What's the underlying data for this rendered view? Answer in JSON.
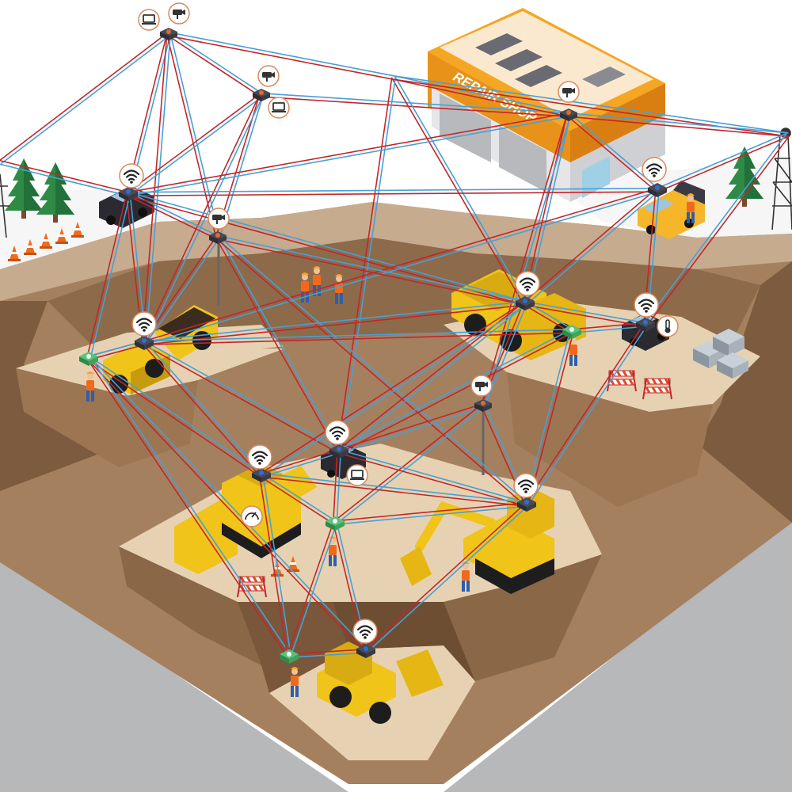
{
  "building": {
    "sign": "REPAIR SHOP"
  },
  "colors": {
    "background": "#ffffff",
    "ground_gray": "#b7b8ba",
    "earth_top": "#c6ab8e",
    "earth_wall_light": "#a5805f",
    "earth_wall_dark": "#7d5b3e",
    "bench_sand": "#e6d2b2",
    "mesh_red": "#c1272d",
    "mesh_blue": "#4a9fd4",
    "node_dark": "#3b3b45",
    "node_accent": "#e06a2b",
    "gateway_green": "#3aa65a",
    "machine_yellow": "#f0c419",
    "building_orange": "#f5a623",
    "tree_green": "#2f8a46"
  },
  "icons": {
    "wifi": "wifi-icon",
    "camera": "security-camera-icon",
    "laptop": "laptop-icon",
    "gauge": "speed-gauge-icon",
    "thermometer": "thermometer-icon",
    "gateway": "mesh-gateway-icon",
    "tower": "transmission-tower-icon",
    "tree": "pine-tree-icon",
    "cone": "traffic-cone-icon",
    "barrier": "road-barrier-icon"
  },
  "equipment": [
    "pickup-truck",
    "haul-truck",
    "bulldozer",
    "excavator",
    "wheel-loader",
    "utility-truck",
    "suv"
  ]
}
